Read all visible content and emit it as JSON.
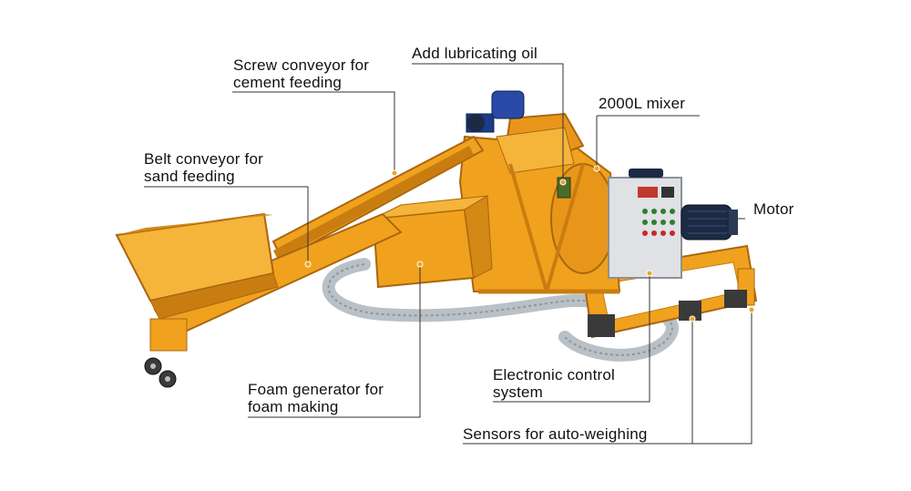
{
  "colors": {
    "frame": "#f0a21e",
    "frame_dark": "#c97d10",
    "frame_shadow": "#a96610",
    "panel": "#dfe1e4",
    "motor": "#1c2a45",
    "hose": "#b9c0c6",
    "leader_line": "#333333"
  },
  "labels": {
    "lubricating_oil": "Add lubricating oil",
    "screw_conveyor": [
      "Screw conveyor for",
      "cement feeding"
    ],
    "mixer": "2000L mixer",
    "belt_conveyor": [
      "Belt conveyor for",
      "sand feeding"
    ],
    "motor": "Motor",
    "foam_generator": [
      "Foam generator for",
      "foam making"
    ],
    "control_system": [
      "Electronic control",
      "system"
    ],
    "sensors": "Sensors for auto-weighing"
  }
}
